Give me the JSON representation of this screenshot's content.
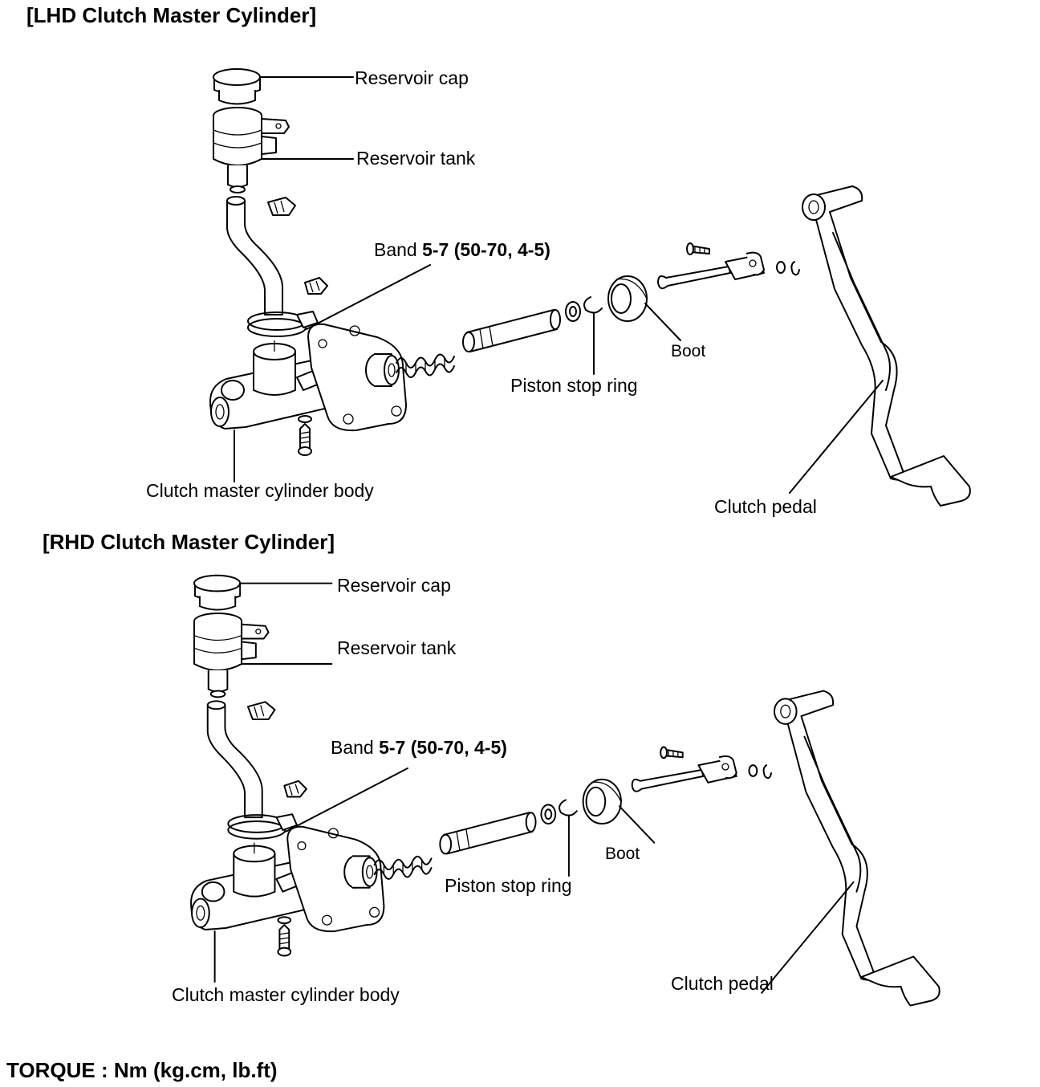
{
  "headings": {
    "lhd": "[LHD Clutch Master Cylinder]",
    "rhd": "[RHD Clutch Master Cylinder]",
    "torque": "TORQUE : Nm (kg.cm, lb.ft)"
  },
  "lhd": {
    "reservoir_cap": "Reservoir cap",
    "reservoir_tank": "Reservoir tank",
    "band_prefix": "Band ",
    "band_value": "5-7 (50-70, 4-5)",
    "boot": "Boot",
    "piston_stop_ring": "Piston stop ring",
    "body": "Clutch master cylinder  body",
    "pedal": "Clutch pedal"
  },
  "rhd": {
    "reservoir_cap": "Reservoir cap",
    "reservoir_tank": "Reservoir tank",
    "band_prefix": "Band ",
    "band_value": "5-7 (50-70, 4-5)",
    "boot": "Boot",
    "piston_stop_ring": "Piston stop ring",
    "body": "Clutch master cylinder  body",
    "pedal": "Clutch pedal"
  }
}
